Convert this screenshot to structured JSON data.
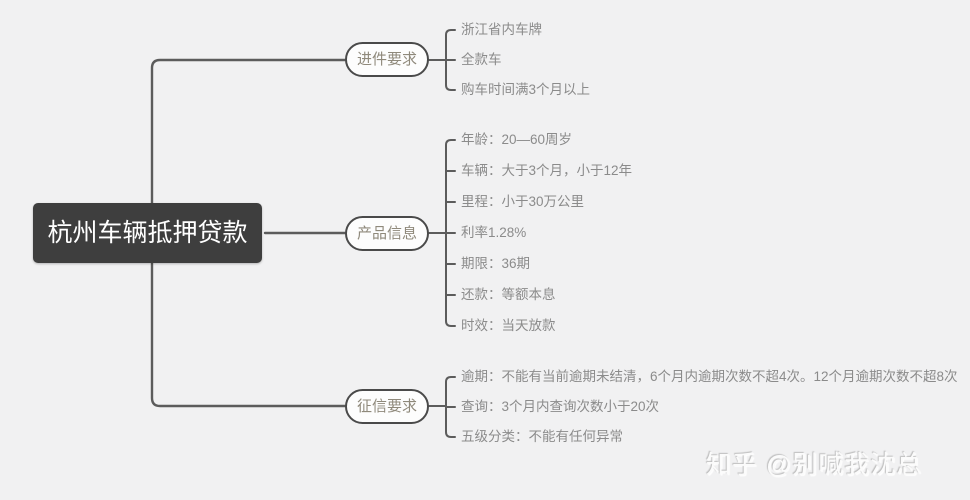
{
  "title": "杭州车辆抵押贷款思维导图",
  "root": {
    "label": "杭州车辆抵押贷款"
  },
  "branches": [
    {
      "label": "进件要求",
      "children": [
        "浙江省内车牌",
        "全款车",
        "购车时间满3个月以上"
      ]
    },
    {
      "label": "产品信息",
      "children": [
        "年龄：20—60周岁",
        "车辆：大于3个月，小于12年",
        "里程：小于30万公里",
        "利率1.28%",
        "期限：36期",
        "还款：等额本息",
        "时效：当天放款"
      ]
    },
    {
      "label": "征信要求",
      "children": [
        "逾期：不能有当前逾期未结清，6个月内逾期次数不超4次。12个月逾期次数不超8次",
        "查询：3个月内查询次数小于20次",
        "五级分类：不能有任何异常"
      ]
    }
  ],
  "watermark": {
    "text": "知乎 @别喊我沈总"
  },
  "colors": {
    "background": "#f1f1f2",
    "connector": "#5c5c5c",
    "root_fill": "#3e3e3e",
    "root_text": "#ffffff",
    "pill_fill": "#fdfdfd",
    "pill_border": "#4a4a4a",
    "pill_text": "#8f897b",
    "leaf_text": "#8b8b8b",
    "watermark_text": "#fbfbfb"
  }
}
